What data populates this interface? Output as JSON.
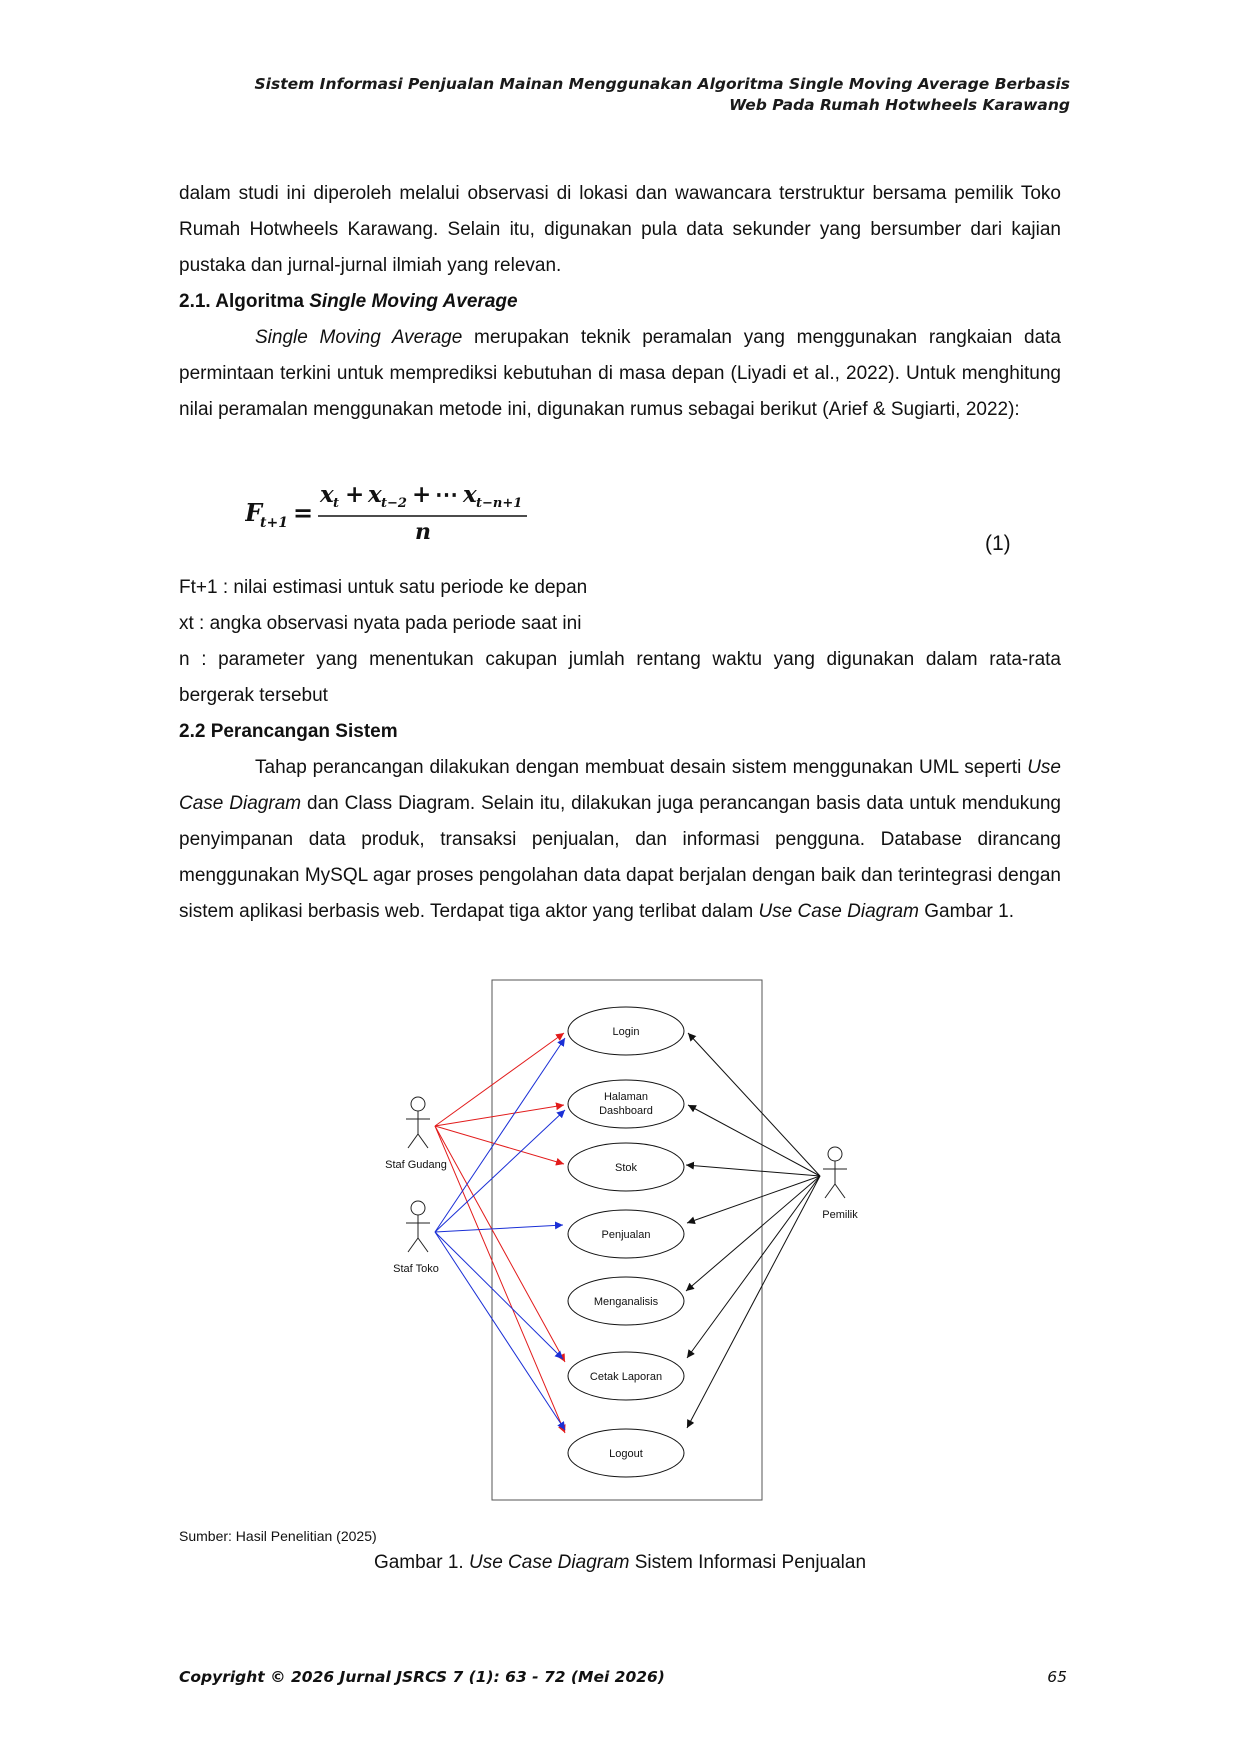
{
  "header": {
    "line1": "Sistem Informasi Penjualan Mainan Menggunakan Algoritma Single Moving Average Berbasis",
    "line2": "Web Pada Rumah Hotwheels Karawang"
  },
  "para_intro": "dalam studi ini diperoleh melalui observasi di lokasi dan wawancara terstruktur bersama pemilik Toko Rumah Hotwheels Karawang. Selain itu, digunakan pula data sekunder yang bersumber dari kajian pustaka dan jurnal-jurnal ilmiah yang relevan.",
  "section1": {
    "number": "2.1. Algoritma ",
    "italic": "Single Moving Average"
  },
  "para_sma": {
    "italic": "Single Moving Average",
    "text": " merupakan teknik peramalan yang menggunakan rangkaian data permintaan terkini untuk memprediksi kebutuhan di masa depan (Liyadi et al., 2022). Untuk menghitung nilai peramalan menggunakan metode ini, digunakan rumus sebagai berikut (Arief & Sugiarti, 2022):"
  },
  "formula": {
    "lhs": "F",
    "lhs_sub": "t+1",
    "equals": "=",
    "num_x1": "x",
    "num_x1_sub": "t",
    "plus1": "+",
    "num_x2": "x",
    "num_x2_sub": "t−2",
    "plus2": "+",
    "dots": "⋯",
    "num_x3": "x",
    "num_x3_sub": "t−n+1",
    "denominator": "n",
    "number": "(1)"
  },
  "definitions": [
    "Ft+1 : nilai estimasi untuk satu periode ke depan",
    "xt : angka observasi nyata pada periode saat ini",
    "n : parameter yang menentukan cakupan jumlah rentang waktu yang digunakan dalam rata-rata bergerak tersebut"
  ],
  "section2": "2.2 Perancangan Sistem",
  "para_design": {
    "part1": "Tahap perancangan dilakukan dengan membuat desain sistem menggunakan UML seperti ",
    "italic1": "Use Case Diagram",
    "part2": " dan Class Diagram. Selain itu, dilakukan juga perancangan basis data untuk mendukung penyimpanan data produk, transaksi penjualan, dan informasi pengguna. Database dirancang menggunakan MySQL agar proses pengolahan data dapat berjalan dengan baik dan terintegrasi dengan sistem aplikasi berbasis web. Terdapat tiga aktor yang terlibat dalam ",
    "italic2": "Use Case Diagram",
    "part3": " Gambar 1."
  },
  "diagram": {
    "actors": {
      "gudang": "Staf Gudang",
      "toko": "Staf Toko",
      "pemilik": "Pemilik"
    },
    "use_cases": [
      "Login",
      "Halaman",
      "Dashboard",
      "Stok",
      "Penjualan",
      "Menganalisis",
      "Cetak Laporan",
      "Logout"
    ],
    "colors": {
      "gudang": "#e21b1b",
      "toko": "#1a2fd6",
      "pemilik": "#111111"
    }
  },
  "source": "Sumber: Hasil Penelitian (2025)",
  "caption": {
    "prefix": "Gambar 1. ",
    "italic": "Use Case Diagram",
    "suffix": " Sistem Informasi Penjualan"
  },
  "footer": {
    "left": "Copyright © 2026 Jurnal JSRCS 7 (1): 63 - 72 (Mei 2026)",
    "page": "65"
  }
}
